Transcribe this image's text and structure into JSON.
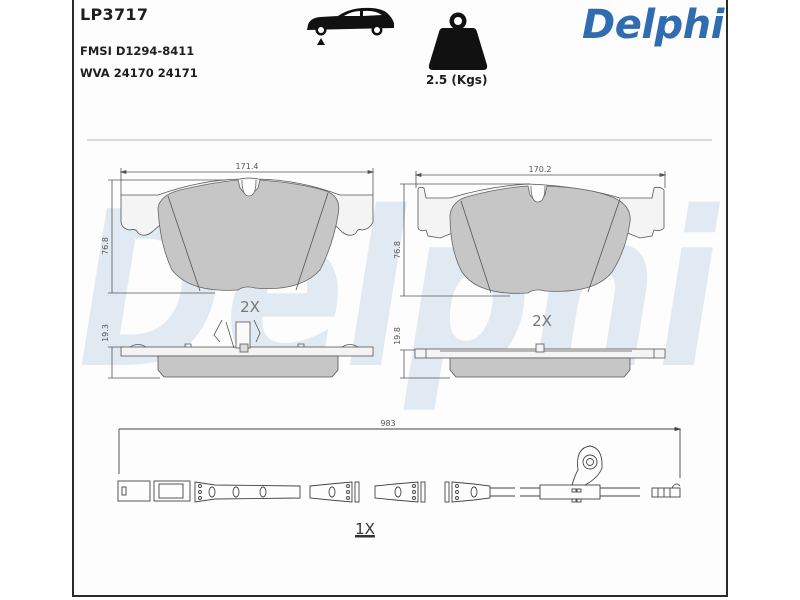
{
  "header": {
    "part_number": "LP3717",
    "fmsi": "FMSI D1294-8411",
    "wva": "WVA 24170 24171",
    "weight": "2.5 (Kgs)",
    "brand": "Delphi",
    "brand_color": "#2f6db0",
    "icons": [
      "car-lift-icon",
      "weight-icon"
    ]
  },
  "watermark": {
    "text": "Delphi",
    "color": "#dfe7f1"
  },
  "pads": [
    {
      "name": "pad-left",
      "width_dim": "171.4",
      "height_dim": "76.8",
      "thickness_dim": "19.3",
      "quantity": "2X"
    },
    {
      "name": "pad-right",
      "width_dim": "170.2",
      "height_dim": "76.8",
      "thickness_dim": "19.8",
      "quantity": "2X"
    }
  ],
  "sensor": {
    "length_dim": "983",
    "quantity": "1X"
  },
  "colors": {
    "pad_fill": "#c8c8c8",
    "line": "#555555",
    "frame": "#2a2a2a"
  }
}
